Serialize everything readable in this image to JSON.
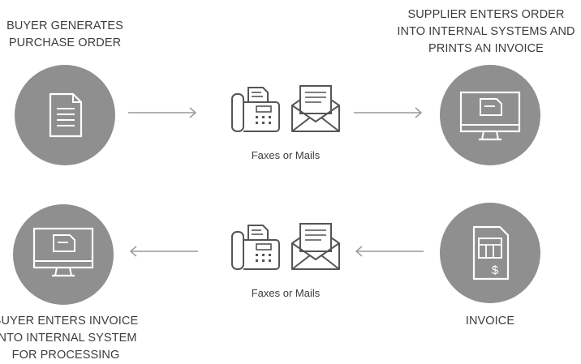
{
  "steps": [
    {
      "label_lines": [
        "BUYER GENERATES",
        "PURCHASE ORDER"
      ],
      "icon": "document-icon"
    },
    {
      "label_lines": [
        "SUPPLIER ENTERS ORDER",
        "INTO INTERNAL SYSTEMS AND",
        "PRINTS AN INVOICE"
      ],
      "icon": "monitor-icon"
    },
    {
      "label_lines": [
        "INVOICE"
      ],
      "icon": "invoice-icon"
    },
    {
      "label_lines": [
        "BUYER ENTERS INVOICE",
        "INTO INTERNAL SYSTEM",
        "FOR PROCESSING"
      ],
      "icon": "monitor-icon"
    }
  ],
  "channels": [
    {
      "caption": "Faxes or Mails",
      "icons": [
        "fax-machine-icon",
        "envelope-letter-icon"
      ]
    },
    {
      "caption": "Faxes or Mails",
      "icons": [
        "fax-machine-icon",
        "envelope-letter-icon"
      ]
    }
  ],
  "colors": {
    "circle": "#8f8f8f",
    "icon_line": "#ffffff",
    "arrow": "#9a9a9a",
    "channel_icon": "#555555"
  }
}
